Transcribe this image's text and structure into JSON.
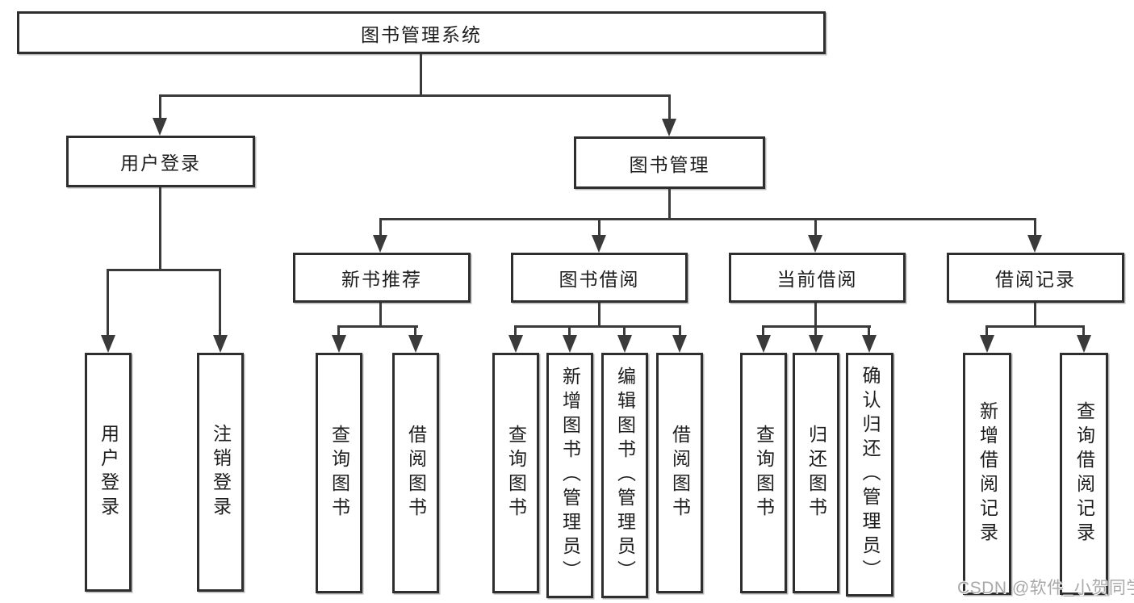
{
  "diagram": {
    "root": {
      "label": "图书管理系统"
    },
    "branches": [
      {
        "label": "用户登录",
        "children": [
          {
            "label": "用户登录"
          },
          {
            "label": "注销登录"
          }
        ]
      },
      {
        "label": "图书管理",
        "groups": [
          {
            "label": "新书推荐",
            "children": [
              {
                "label": "查询图书"
              },
              {
                "label": "借阅图书"
              }
            ]
          },
          {
            "label": "图书借阅",
            "children": [
              {
                "label": "查询图书"
              },
              {
                "label": "新增图书（管理员）"
              },
              {
                "label": "编辑图书（管理员）"
              },
              {
                "label": "借阅图书"
              }
            ]
          },
          {
            "label": "当前借阅",
            "children": [
              {
                "label": "查询图书"
              },
              {
                "label": "归还图书"
              },
              {
                "label": "确认归还（管理员）"
              }
            ]
          },
          {
            "label": "借阅记录",
            "children": [
              {
                "label": "新增借阅记录"
              },
              {
                "label": "查询借阅记录"
              }
            ]
          }
        ]
      }
    ],
    "watermark": "CSDN @软件_小贺同学"
  }
}
